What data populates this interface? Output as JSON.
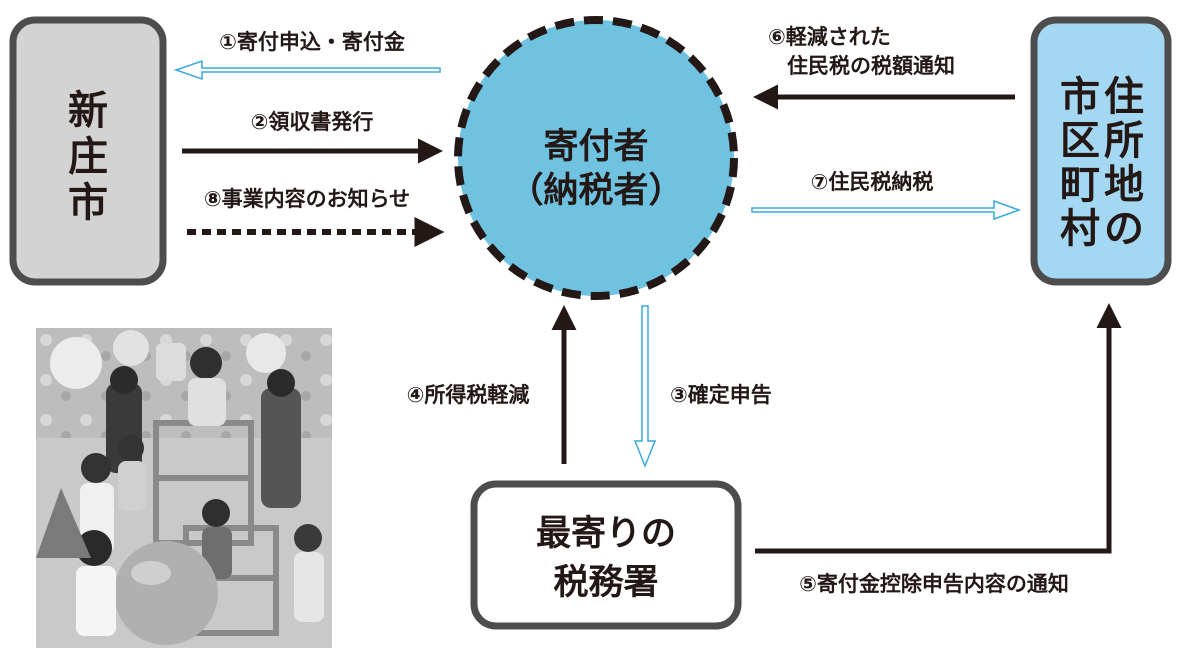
{
  "nodes": {
    "shinjo_city": {
      "chars": [
        "新",
        "庄",
        "市"
      ],
      "fill": "#d3d3d4"
    },
    "donor": {
      "line1": "寄付者",
      "line2": "（納税者）",
      "fill": "#6fc3e0"
    },
    "residence": {
      "col_right": [
        "住",
        "所",
        "地",
        "の"
      ],
      "col_left": [
        "市",
        "区",
        "町",
        "村"
      ],
      "fill": "#a4d8f2"
    },
    "tax_office": {
      "line1": "最寄りの",
      "line2": "税務署",
      "fill": "#ffffff"
    }
  },
  "edges": {
    "e1": "①寄付申込・寄付金",
    "e2": "②領収書発行",
    "e3": "③確定申告",
    "e4": "④所得税軽減",
    "e5": "⑤寄付金控除申告内容の通知",
    "e6_line1": "⑥軽減された",
    "e6_line2": "住民税の税額通知",
    "e7": "⑦住民税納税",
    "e8": "⑧事業内容のお知らせ"
  },
  "colors": {
    "stroke_dark": "#231815",
    "arrow_hollow": "#3aa9dc",
    "node_border": "#4d4d4d"
  },
  "photo": {
    "subject": "children playing in a play room"
  }
}
